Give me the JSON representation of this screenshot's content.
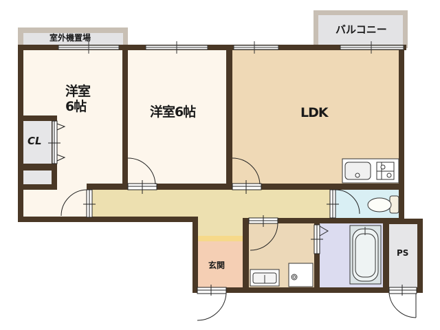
{
  "floor_plan": {
    "layout_type": "2LDK",
    "colors": {
      "wall": "#4a3826",
      "bedroom_floor": "#fdf6ec",
      "ldk_floor": "#efd9b6",
      "hallway_floor": "#ede0b0",
      "entrance_floor": "#f5cfb4",
      "entrance_step": "#f6d98a",
      "washroom_floor": "#ecd8b8",
      "toilet_floor": "#d9eff4",
      "bath_floor": "#dcdcf0",
      "storage_floor": "#e6e6e8",
      "balcony_frame": "#c8bfb4",
      "balcony_floor": "#e3e3e5"
    },
    "rooms": {
      "outdoor_unit_space": {
        "label": "室外機置場"
      },
      "bedroom1": {
        "label_line1": "洋室",
        "label_line2": "6帖"
      },
      "bedroom2": {
        "label": "洋室6帖"
      },
      "ldk": {
        "label": "LDK"
      },
      "balcony": {
        "label": "バルコニー"
      },
      "closet": {
        "label": "CL"
      },
      "entrance": {
        "label": "玄関"
      },
      "pipe_space": {
        "label": "PS"
      }
    },
    "fixtures": [
      "kitchen-sink",
      "gas-stove",
      "toilet",
      "bathtub",
      "washbasin",
      "washing-machine-pan"
    ]
  }
}
